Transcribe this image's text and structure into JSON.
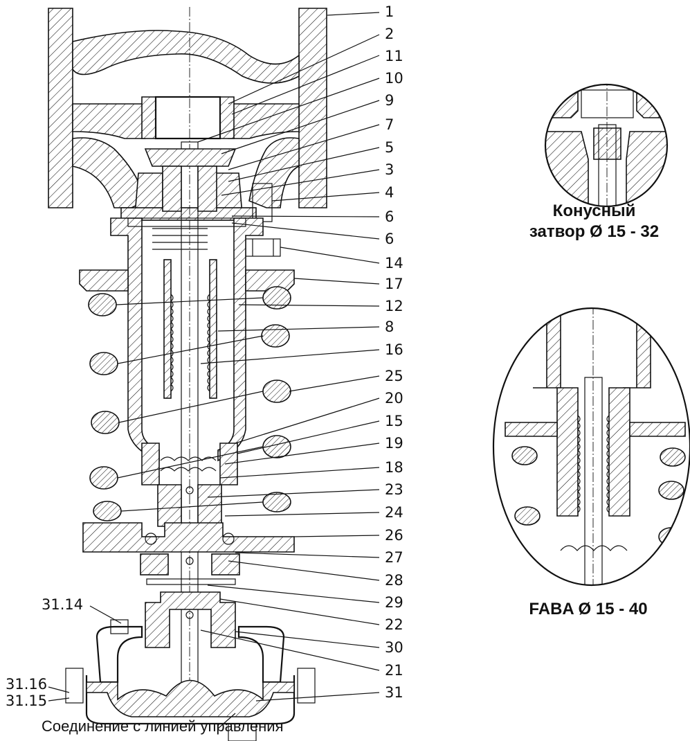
{
  "callouts": [
    {
      "label": "1"
    },
    {
      "label": "2"
    },
    {
      "label": "11"
    },
    {
      "label": "10"
    },
    {
      "label": "9"
    },
    {
      "label": "7"
    },
    {
      "label": "5"
    },
    {
      "label": "3"
    },
    {
      "label": "4"
    },
    {
      "label": "6"
    },
    {
      "label": "6"
    },
    {
      "label": "14"
    },
    {
      "label": "17"
    },
    {
      "label": "12"
    },
    {
      "label": "8"
    },
    {
      "label": "16"
    },
    {
      "label": "25"
    },
    {
      "label": "20"
    },
    {
      "label": "15"
    },
    {
      "label": "19"
    },
    {
      "label": "18"
    },
    {
      "label": "23"
    },
    {
      "label": "24"
    },
    {
      "label": "26"
    },
    {
      "label": "27"
    },
    {
      "label": "28"
    },
    {
      "label": "29"
    },
    {
      "label": "22"
    },
    {
      "label": "30"
    },
    {
      "label": "21"
    },
    {
      "label": "31"
    }
  ],
  "left_callouts": [
    {
      "label": "31.14"
    },
    {
      "label": "31.16"
    },
    {
      "label": "31.15"
    }
  ],
  "inset_cone": {
    "line1": "Конусный",
    "line2": "затвор Ø 15 - 32"
  },
  "inset_faba": {
    "label": "FABA Ø 15 - 40"
  },
  "caption": "Соединение с линией управления"
}
